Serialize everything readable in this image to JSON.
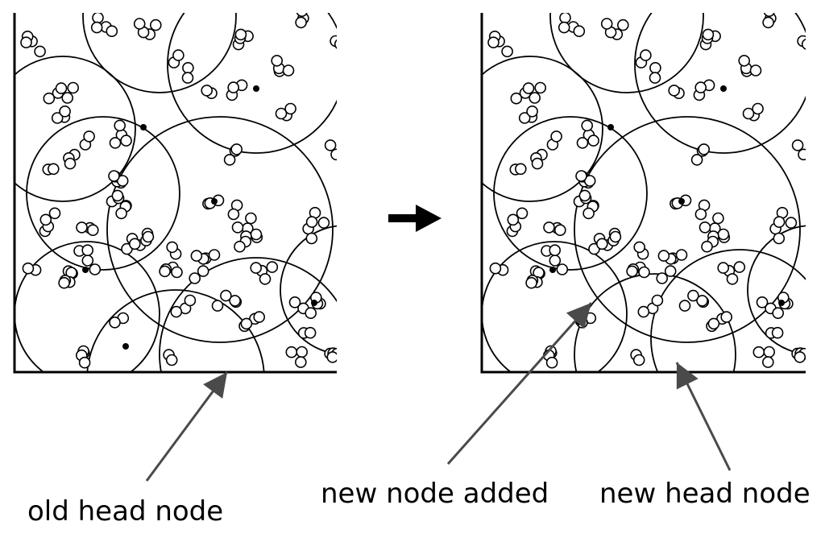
{
  "labels": {
    "old_head": "old head node",
    "new_node": "new node added",
    "new_head": "new head node"
  },
  "colors": {
    "ink": "#000000",
    "pointer_arrow": "#4a4a4a",
    "background": "#ffffff"
  },
  "icons": {
    "transition": "right-arrow-icon"
  }
}
